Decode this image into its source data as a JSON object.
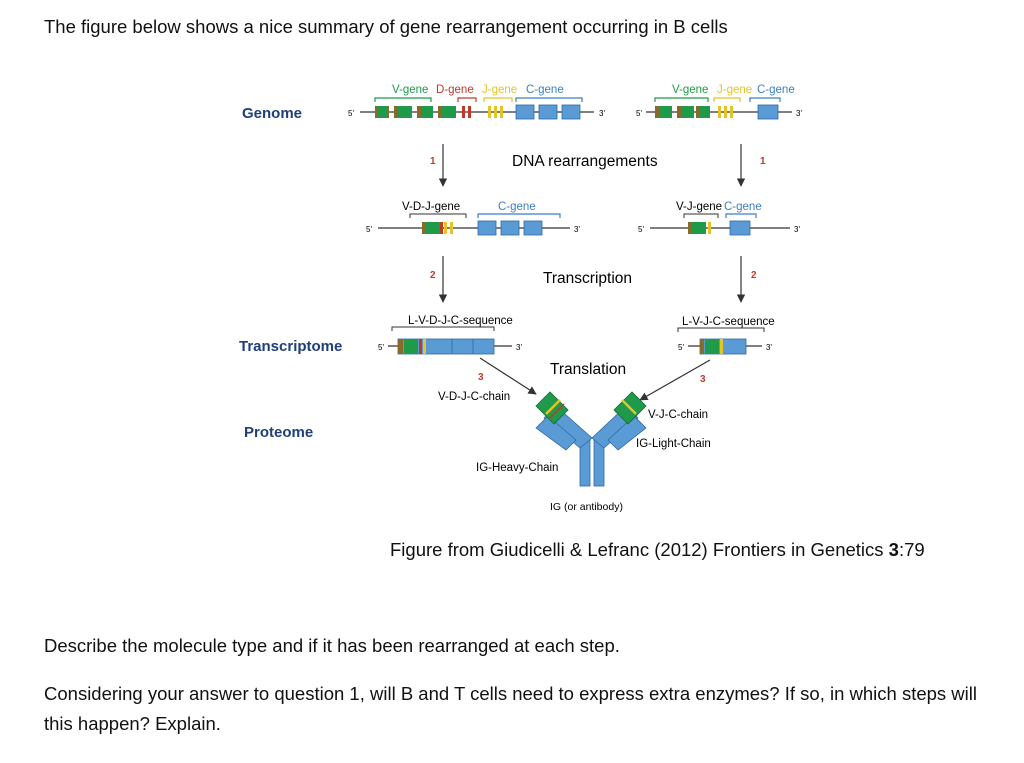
{
  "heading": "The figure below shows a nice summary of gene rearrangement occurring in B cells",
  "figure": {
    "row_labels": {
      "genome": "Genome",
      "transcriptome": "Transcriptome",
      "proteome": "Proteome"
    },
    "left_genome": {
      "v": "V-gene",
      "d": "D-gene",
      "j": "J-gene",
      "c": "C-gene"
    },
    "right_genome": {
      "v": "V-gene",
      "j": "J-gene",
      "c": "C-gene"
    },
    "steps": {
      "one": "1",
      "two": "2",
      "three": "3"
    },
    "processes": {
      "rearrangement": "DNA rearrangements",
      "transcription": "Transcription",
      "translation": "Translation"
    },
    "left_rearranged": {
      "vdj": "V-D-J-gene",
      "c": "C-gene"
    },
    "right_rearranged": {
      "vj": "V-J-gene",
      "c": "C-gene"
    },
    "sequences": {
      "left": "L-V-D-J-C-sequence",
      "right": "L-V-J-C-sequence"
    },
    "chains": {
      "heavy_chain": "V-D-J-C-chain",
      "light_chain": "V-J-C-chain",
      "heavy": "IG-Heavy-Chain",
      "light": "IG-Light-Chain",
      "antibody": "IG (or antibody)"
    },
    "ends": {
      "five": "5'",
      "three": "3'"
    },
    "colors": {
      "v": "#1f9a4a",
      "d": "#c0392b",
      "j": "#e6c327",
      "c": "#5b9bd5",
      "leader": "#8a6a2a",
      "text_v": "#1f9a4a",
      "text_d": "#c0392b",
      "text_j": "#e6c327",
      "text_c": "#3b7fc4"
    }
  },
  "caption": {
    "pre": "Figure from Giudicelli & Lefranc (2012) Frontiers in Genetics ",
    "bold": "3",
    "post": ":79"
  },
  "questions": [
    "Describe the molecule type and if it has been rearranged at each step.",
    "Considering your answer to question 1, will B and T cells need to express extra enzymes? If so, in which steps will this happen?  Explain."
  ]
}
